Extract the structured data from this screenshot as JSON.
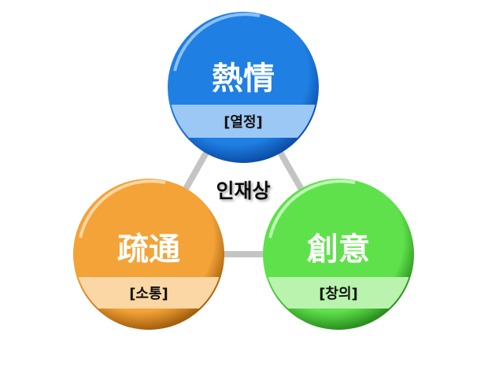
{
  "center_label": "인재상",
  "values": [
    {
      "title": "熱情",
      "subtitle": "[열정]",
      "color": "#1f7fe3",
      "dark": "#0b4ea8",
      "light": "#7fbaf7",
      "band": "#9cc8f6"
    },
    {
      "title": "疏通",
      "subtitle": "[소통]",
      "color": "#f3a338",
      "dark": "#a5600d",
      "light": "#fbd39a",
      "band": "#fad7a4"
    },
    {
      "title": "創意",
      "subtitle": "[창의]",
      "color": "#5fe14c",
      "dark": "#2b8f1e",
      "light": "#a9f29c",
      "band": "#b9f3ae"
    }
  ]
}
